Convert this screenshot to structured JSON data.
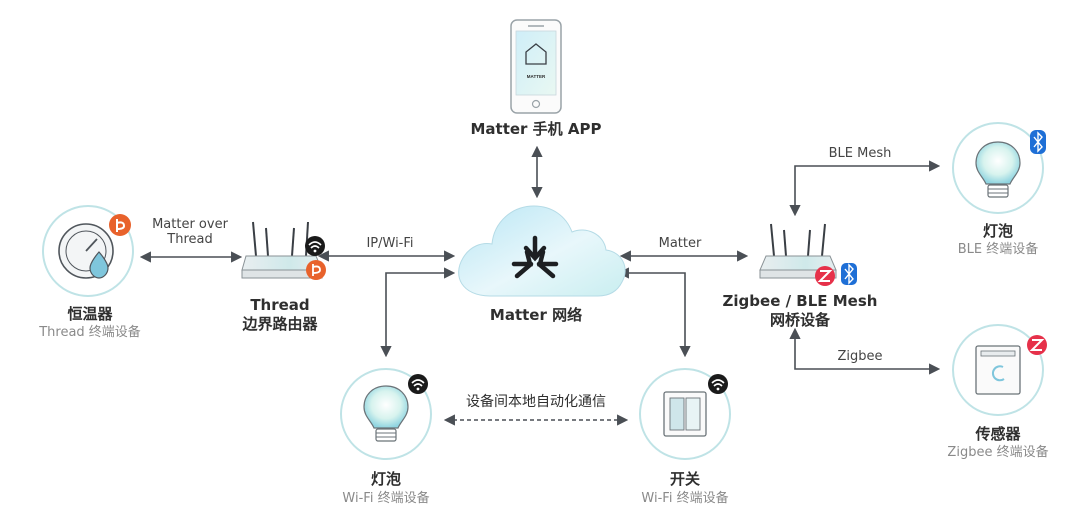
{
  "nodes": {
    "phone": {
      "title": "Matter 手机 APP",
      "screen_text": "MATTER"
    },
    "cloud": {
      "title": "Matter 网络"
    },
    "thread_router": {
      "title_line1": "Thread",
      "title_line2": "边界路由器"
    },
    "bridge": {
      "title_line1": "Zigbee / BLE Mesh",
      "title_line2": "网桥设备"
    },
    "thermostat": {
      "title": "恒温器",
      "sub": "Thread 终端设备"
    },
    "ble_bulb": {
      "title": "灯泡",
      "sub": "BLE 终端设备"
    },
    "sensor": {
      "title": "传感器",
      "sub": "Zigbee 终端设备"
    },
    "wifi_bulb": {
      "title": "灯泡",
      "sub": "Wi-Fi 终端设备"
    },
    "switch": {
      "title": "开关",
      "sub": "Wi-Fi 终端设备"
    }
  },
  "edges": {
    "thread_link_line1": "Matter over",
    "thread_link_line2": "Thread",
    "ipwifi": "IP/Wi-Fi",
    "matter": "Matter",
    "ble_mesh": "BLE Mesh",
    "zigbee": "Zigbee",
    "local_automation": "设备间本地自动化通信"
  },
  "colors": {
    "circle_border": "#bfe3e6",
    "arrow": "#4a4f55",
    "thread_badge": "#e8622c",
    "zigbee_badge": "#e6314a",
    "bluetooth_badge": "#1e6fd6",
    "wifi_badge": "#1a1a1a"
  }
}
